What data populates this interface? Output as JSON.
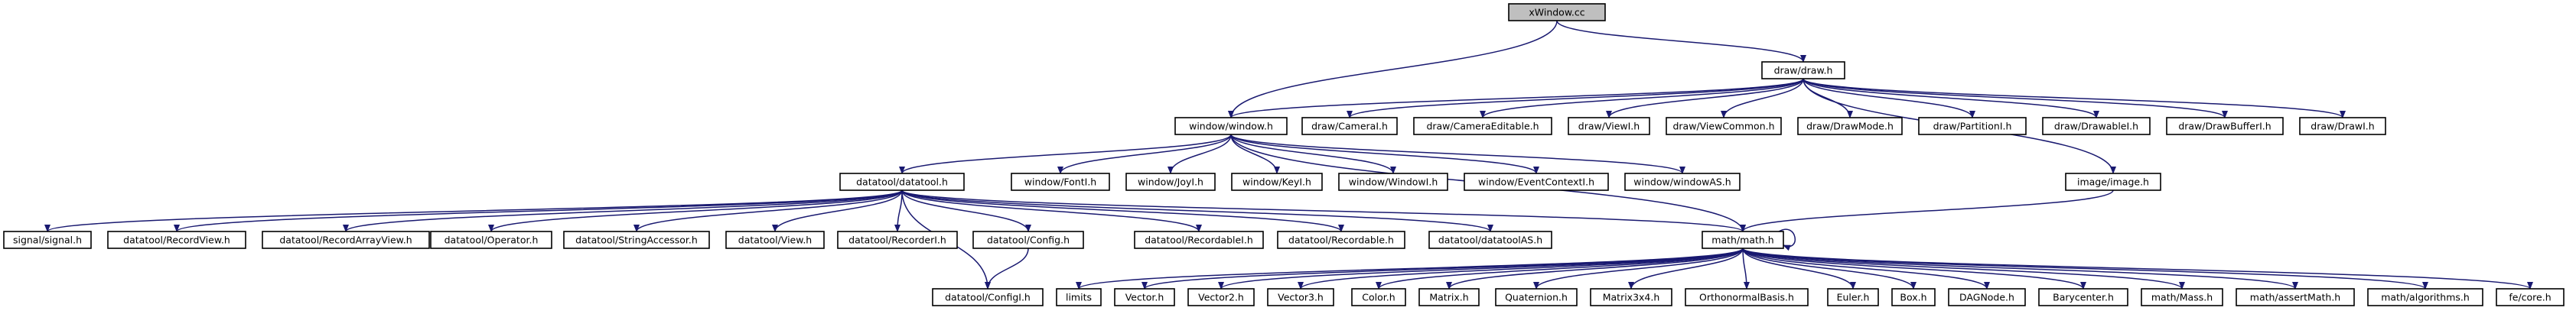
{
  "colors": {
    "root_fill": "#bfbfbf",
    "default_fill": "#ffffff",
    "default_border": "#000000",
    "missing_border": "#ff0000",
    "unresolved_border": "#bfbfbf",
    "edge": "#191970"
  },
  "nodes": [
    {
      "id": "xwindow_cc",
      "label": "xWindow.cc",
      "style": "root"
    },
    {
      "id": "draw_draw_h",
      "label": "draw/draw.h",
      "style": "default"
    },
    {
      "id": "window_window_h",
      "label": "window/window.h",
      "style": "default"
    },
    {
      "id": "draw_camerai_h",
      "label": "draw/CameraI.h",
      "style": "default"
    },
    {
      "id": "draw_cameraeditable_h",
      "label": "draw/CameraEditable.h",
      "style": "default"
    },
    {
      "id": "draw_viewi_h",
      "label": "draw/ViewI.h",
      "style": "default"
    },
    {
      "id": "draw_viewcommon_h",
      "label": "draw/ViewCommon.h",
      "style": "default"
    },
    {
      "id": "draw_drawmode_h",
      "label": "draw/DrawMode.h",
      "style": "default"
    },
    {
      "id": "draw_partitioni_h",
      "label": "draw/PartitionI.h",
      "style": "default"
    },
    {
      "id": "draw_drawablei_h",
      "label": "draw/DrawableI.h",
      "style": "default"
    },
    {
      "id": "draw_drawbufferi_h",
      "label": "draw/DrawBufferI.h",
      "style": "default"
    },
    {
      "id": "draw_drawi_h",
      "label": "draw/DrawI.h",
      "style": "default"
    },
    {
      "id": "datatool_datatool_h",
      "label": "datatool/datatool.h",
      "style": "default"
    },
    {
      "id": "window_fonti_h",
      "label": "window/FontI.h",
      "style": "default"
    },
    {
      "id": "window_joyi_h",
      "label": "window/JoyI.h",
      "style": "default"
    },
    {
      "id": "window_keyi_h",
      "label": "window/KeyI.h",
      "style": "default"
    },
    {
      "id": "window_windowi_h",
      "label": "window/WindowI.h",
      "style": "default"
    },
    {
      "id": "window_eventcontexti_h",
      "label": "window/EventContextI.h",
      "style": "default"
    },
    {
      "id": "window_windowas_h",
      "label": "window/windowAS.h",
      "style": "default"
    },
    {
      "id": "image_image_h",
      "label": "image/image.h",
      "style": "missing"
    },
    {
      "id": "signal_signal_h",
      "label": "signal/signal.h",
      "style": "missing"
    },
    {
      "id": "datatool_recordview_h",
      "label": "datatool/RecordView.h",
      "style": "default"
    },
    {
      "id": "datatool_recordarrayview_h",
      "label": "datatool/RecordArrayView.h",
      "style": "default"
    },
    {
      "id": "datatool_operator_h",
      "label": "datatool/Operator.h",
      "style": "default"
    },
    {
      "id": "datatool_stringaccessor_h",
      "label": "datatool/StringAccessor.h",
      "style": "default"
    },
    {
      "id": "datatool_view_h",
      "label": "datatool/View.h",
      "style": "default"
    },
    {
      "id": "datatool_recorderi_h",
      "label": "datatool/RecorderI.h",
      "style": "default"
    },
    {
      "id": "datatool_config_h",
      "label": "datatool/Config.h",
      "style": "default"
    },
    {
      "id": "datatool_recordablei_h",
      "label": "datatool/RecordableI.h",
      "style": "default"
    },
    {
      "id": "datatool_recordable_h",
      "label": "datatool/Recordable.h",
      "style": "default"
    },
    {
      "id": "datatool_datatoolas_h",
      "label": "datatool/datatoolAS.h",
      "style": "default"
    },
    {
      "id": "math_math_h",
      "label": "math/math.h",
      "style": "default"
    },
    {
      "id": "datatool_configi_h",
      "label": "datatool/ConfigI.h",
      "style": "default"
    },
    {
      "id": "limits",
      "label": "limits",
      "style": "unresolved"
    },
    {
      "id": "vector_h",
      "label": "Vector.h",
      "style": "default"
    },
    {
      "id": "vector2_h",
      "label": "Vector2.h",
      "style": "default"
    },
    {
      "id": "vector3_h",
      "label": "Vector3.h",
      "style": "default"
    },
    {
      "id": "color_h",
      "label": "Color.h",
      "style": "default"
    },
    {
      "id": "matrix_h",
      "label": "Matrix.h",
      "style": "default"
    },
    {
      "id": "quaternion_h",
      "label": "Quaternion.h",
      "style": "default"
    },
    {
      "id": "matrix3x4_h",
      "label": "Matrix3x4.h",
      "style": "default"
    },
    {
      "id": "orthonormalbasis_h",
      "label": "OrthonormalBasis.h",
      "style": "default"
    },
    {
      "id": "euler_h",
      "label": "Euler.h",
      "style": "default"
    },
    {
      "id": "box_h",
      "label": "Box.h",
      "style": "default"
    },
    {
      "id": "dagnode_h",
      "label": "DAGNode.h",
      "style": "default"
    },
    {
      "id": "barycenter_h",
      "label": "Barycenter.h",
      "style": "default"
    },
    {
      "id": "math_mass_h",
      "label": "math/Mass.h",
      "style": "default"
    },
    {
      "id": "math_assertmath_h",
      "label": "math/assertMath.h",
      "style": "default"
    },
    {
      "id": "math_algorithms_h",
      "label": "math/algorithms.h",
      "style": "default"
    },
    {
      "id": "fe_core_h",
      "label": "fe/core.h",
      "style": "missing"
    }
  ],
  "edges": [
    [
      "xwindow_cc",
      "draw_draw_h"
    ],
    [
      "xwindow_cc",
      "window_window_h"
    ],
    [
      "draw_draw_h",
      "window_window_h"
    ],
    [
      "draw_draw_h",
      "draw_camerai_h"
    ],
    [
      "draw_draw_h",
      "draw_cameraeditable_h"
    ],
    [
      "draw_draw_h",
      "draw_viewi_h"
    ],
    [
      "draw_draw_h",
      "draw_viewcommon_h"
    ],
    [
      "draw_draw_h",
      "draw_drawmode_h"
    ],
    [
      "draw_draw_h",
      "draw_partitioni_h"
    ],
    [
      "draw_draw_h",
      "draw_drawablei_h"
    ],
    [
      "draw_draw_h",
      "draw_drawbufferi_h"
    ],
    [
      "draw_draw_h",
      "draw_drawi_h"
    ],
    [
      "draw_draw_h",
      "image_image_h"
    ],
    [
      "window_window_h",
      "datatool_datatool_h"
    ],
    [
      "window_window_h",
      "window_fonti_h"
    ],
    [
      "window_window_h",
      "window_joyi_h"
    ],
    [
      "window_window_h",
      "window_keyi_h"
    ],
    [
      "window_window_h",
      "window_windowi_h"
    ],
    [
      "window_window_h",
      "window_eventcontexti_h"
    ],
    [
      "window_window_h",
      "window_windowas_h"
    ],
    [
      "window_window_h",
      "math_math_h"
    ],
    [
      "image_image_h",
      "math_math_h"
    ],
    [
      "datatool_datatool_h",
      "signal_signal_h"
    ],
    [
      "datatool_datatool_h",
      "datatool_recordview_h"
    ],
    [
      "datatool_datatool_h",
      "datatool_recordarrayview_h"
    ],
    [
      "datatool_datatool_h",
      "datatool_operator_h"
    ],
    [
      "datatool_datatool_h",
      "datatool_stringaccessor_h"
    ],
    [
      "datatool_datatool_h",
      "datatool_view_h"
    ],
    [
      "datatool_datatool_h",
      "datatool_recorderi_h"
    ],
    [
      "datatool_datatool_h",
      "datatool_config_h"
    ],
    [
      "datatool_datatool_h",
      "datatool_recordablei_h"
    ],
    [
      "datatool_datatool_h",
      "datatool_recordable_h"
    ],
    [
      "datatool_datatool_h",
      "datatool_datatoolas_h"
    ],
    [
      "datatool_datatool_h",
      "math_math_h"
    ],
    [
      "datatool_datatool_h",
      "datatool_configi_h"
    ],
    [
      "datatool_config_h",
      "datatool_configi_h"
    ],
    [
      "math_math_h",
      "math_math_h"
    ],
    [
      "math_math_h",
      "limits"
    ],
    [
      "math_math_h",
      "vector_h"
    ],
    [
      "math_math_h",
      "vector2_h"
    ],
    [
      "math_math_h",
      "vector3_h"
    ],
    [
      "math_math_h",
      "color_h"
    ],
    [
      "math_math_h",
      "matrix_h"
    ],
    [
      "math_math_h",
      "quaternion_h"
    ],
    [
      "math_math_h",
      "matrix3x4_h"
    ],
    [
      "math_math_h",
      "orthonormalbasis_h"
    ],
    [
      "math_math_h",
      "euler_h"
    ],
    [
      "math_math_h",
      "box_h"
    ],
    [
      "math_math_h",
      "dagnode_h"
    ],
    [
      "math_math_h",
      "barycenter_h"
    ],
    [
      "math_math_h",
      "math_mass_h"
    ],
    [
      "math_math_h",
      "math_assertmath_h"
    ],
    [
      "math_math_h",
      "math_algorithms_h"
    ],
    [
      "math_math_h",
      "fe_core_h"
    ]
  ]
}
